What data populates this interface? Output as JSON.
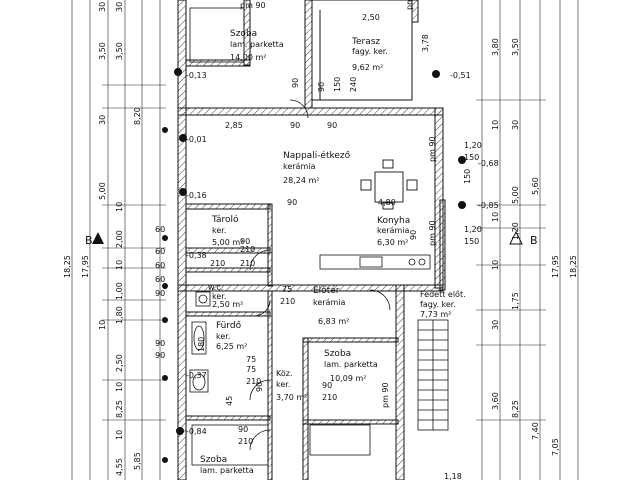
{
  "rooms": [
    {
      "id": "szoba1",
      "name": "Szoba",
      "floor": "lam. parketta",
      "area": "14,00 m²"
    },
    {
      "id": "terasz",
      "name": "Terasz",
      "floor": "fagy. ker.",
      "area": "9,62 m²"
    },
    {
      "id": "nappali",
      "name": "Nappali-étkező",
      "floor": "kerámia",
      "area": "28,24 m²"
    },
    {
      "id": "konyha",
      "name": "Konyha",
      "floor": "kerámia",
      "area": "6,30 m²"
    },
    {
      "id": "tarolo",
      "name": "Tároló",
      "floor": "ker.",
      "area": "5,00 m²"
    },
    {
      "id": "wc",
      "name": "w.c.",
      "floor": "ker.",
      "area": "2,50 m²"
    },
    {
      "id": "furdo",
      "name": "Fürdő",
      "floor": "ker.",
      "area": "6,25 m²"
    },
    {
      "id": "eloter",
      "name": "Előtér",
      "floor": "kerámia",
      "area": "6,83 m²"
    },
    {
      "id": "fedett",
      "name": "Fedett előt.",
      "floor": "fagy. ker.",
      "area": "7,73 m²"
    },
    {
      "id": "szoba2",
      "name": "Szoba",
      "floor": "lam. parketta",
      "area": "10,09 m²"
    },
    {
      "id": "kozl",
      "name": "Köz.",
      "floor": "ker.",
      "area": "3,70 m²"
    },
    {
      "id": "szoba3",
      "name": "Szoba",
      "floor": "lam. parketta",
      "area": ""
    }
  ],
  "section_mark": "B",
  "dimensions_left": [
    "30",
    "3,50",
    "30",
    "8,20",
    "30",
    "3,50",
    "10",
    "5,00",
    "2,00",
    "10",
    "1,00",
    "1,80",
    "10",
    "2,50",
    "10",
    "8,25",
    "10",
    "4,55",
    "5,85",
    "17,95",
    "18,25"
  ],
  "dimensions_right": [
    "3,80",
    "3,50",
    "30",
    "10",
    "5,60",
    "5,00",
    "10",
    "1,20",
    "10",
    "1,75",
    "30",
    "3,60",
    "8,25",
    "7,40",
    "7,05",
    "17,95",
    "18,25"
  ],
  "dim_labels": {
    "top_250": "2,50",
    "d378": "3,78",
    "d285": "2,85",
    "d90a": "90",
    "d90b": "90",
    "d480": "4,80",
    "d90c": "90",
    "d120a": "1,20",
    "d150a": "150",
    "d120b": "1,20",
    "d150b": "150",
    "d210a": "210",
    "d210b": "210",
    "d90d": "90",
    "d75a": "75",
    "d210c": "210",
    "d75b": "75",
    "d75c": "75",
    "d210d": "210",
    "d90e": "90",
    "d210e": "210",
    "d90f": "90",
    "d210f": "210",
    "d45": "45",
    "d180": "180",
    "d60a": "60",
    "d60b": "60",
    "d90g": "90",
    "d90h": "90",
    "d90i": "90",
    "d210g": "210",
    "d60c": "60",
    "d90j": "90",
    "d150c": "150",
    "d240": "240",
    "d90k": "90",
    "d90l": "90",
    "d150d": "150",
    "d90m": "90",
    "d60d": "60",
    "d118": "1,18",
    "pm90a": "pm 90",
    "pm90b": "pm 90",
    "pm90c": "pm 90",
    "pm90d": "pm 90",
    "pm90e": "pm 90"
  },
  "level_marks": [
    "-0,13",
    "-0,51",
    "-0,01",
    "-0,16",
    "-0,38",
    "-0,68",
    "-0,85",
    "-0,37",
    "-0,84"
  ]
}
